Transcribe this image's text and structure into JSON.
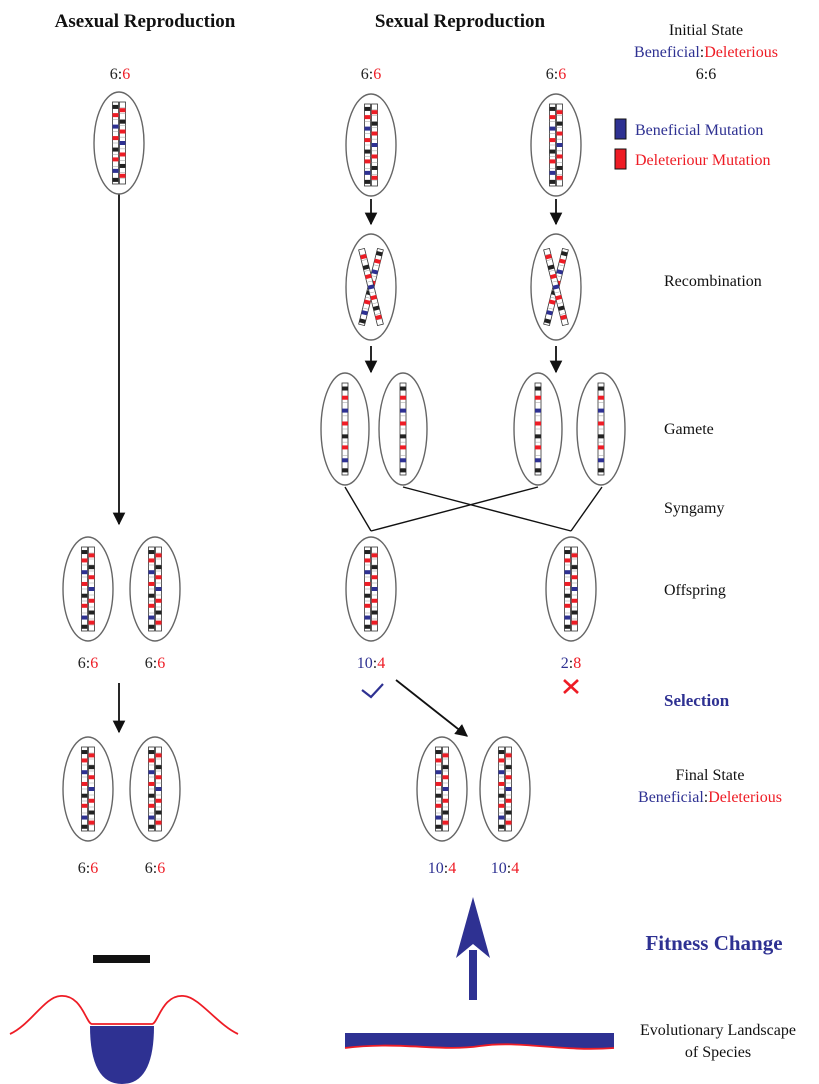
{
  "titles": {
    "asexual": "Asexual Reproduction",
    "sexual": "Sexual Reproduction"
  },
  "legend": {
    "initial_state": "Initial State",
    "beneficial": "Beneficial",
    "deleterious": "Deleterious",
    "colon": ":",
    "initial_ratio": "6:6",
    "beneficial_mutation": "Beneficial Mutation",
    "deleterious_mutation": "Deleteriour Mutation"
  },
  "stages": {
    "recombination": "Recombination",
    "gamete": "Gamete",
    "syngamy": "Syngamy",
    "offspring": "Offspring",
    "selection": "Selection",
    "final_state": "Final State",
    "fitness_change": "Fitness Change",
    "landscape_line1": "Evolutionary Landscape",
    "landscape_line2": "of Species"
  },
  "ratios": {
    "asexual_initial": {
      "b": "6",
      "d": "6"
    },
    "sexual_initial_left": {
      "b": "6",
      "d": "6"
    },
    "sexual_initial_right": {
      "b": "6",
      "d": "6"
    },
    "asexual_gen1_left": {
      "b": "6",
      "d": "6"
    },
    "asexual_gen1_right": {
      "b": "6",
      "d": "6"
    },
    "offspring_left": {
      "b": "10",
      "d": "4"
    },
    "offspring_right": {
      "b": "2",
      "d": "8"
    },
    "asexual_final_left": {
      "b": "6",
      "d": "6"
    },
    "asexual_final_right": {
      "b": "6",
      "d": "6"
    },
    "sexual_final_left": {
      "b": "10",
      "d": "4"
    },
    "sexual_final_right": {
      "b": "10",
      "d": "4"
    }
  },
  "colors": {
    "beneficial": "#2e3192",
    "deleterious": "#ee1c25",
    "neutral": "#222222",
    "outline": "#666666"
  }
}
